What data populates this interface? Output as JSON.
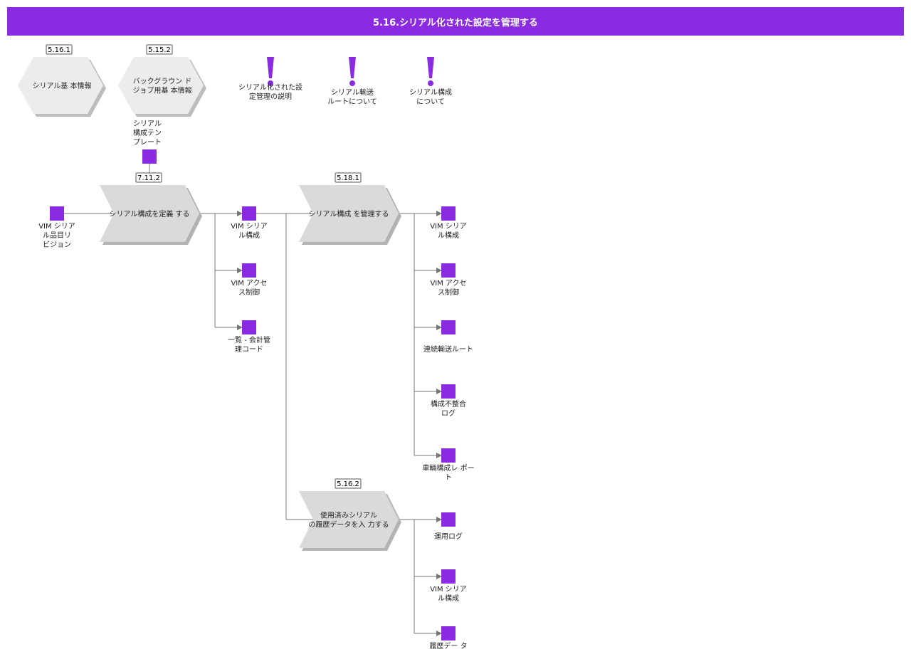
{
  "header": {
    "title": "5.16.シリアル化された設定を管理する"
  },
  "colors": {
    "accent": "#8a2be2",
    "process_fill": "#d9dadb",
    "hex_fill": "#ececec",
    "line": "#777777"
  },
  "hexagons": [
    {
      "id": "hex1",
      "tag": "5.16.1",
      "lines": [
        "シリアル基 本情報"
      ]
    },
    {
      "id": "hex2",
      "tag": "5.15.2",
      "lines": [
        "バックグラウン ド",
        "ジョブ用基 本情報"
      ]
    }
  ],
  "notes": [
    {
      "id": "note1",
      "lines": [
        "シリアル化された設",
        "定管理の説明"
      ]
    },
    {
      "id": "note2",
      "lines": [
        "シリアル輸送",
        "ルートについて"
      ]
    },
    {
      "id": "note3",
      "lines": [
        "シリアル構成",
        "について"
      ]
    }
  ],
  "processes": [
    {
      "id": "p1",
      "tag": "7.11.2",
      "lines": [
        "シリアル構成を定義 する"
      ]
    },
    {
      "id": "p2",
      "tag": "5.18.1",
      "lines": [
        "シリアル構成 を管理する"
      ]
    },
    {
      "id": "p3",
      "tag": "5.16.2",
      "lines": [
        "使用済みシリアル",
        "の履歴データを入 力する"
      ]
    }
  ],
  "artifacts": [
    {
      "id": "a_tpl",
      "lines": [
        "シリアル",
        "構成テン",
        "プレート"
      ]
    },
    {
      "id": "a_in",
      "lines": [
        "VIM シリア",
        "ル品目リ",
        "ビジョン"
      ]
    },
    {
      "id": "a1",
      "lines": [
        "VIM シリア",
        "ル構成"
      ]
    },
    {
      "id": "a2",
      "lines": [
        "VIM アクセ",
        "ス制御"
      ]
    },
    {
      "id": "a3",
      "lines": [
        "一覧 - 会計管",
        "理コード"
      ]
    },
    {
      "id": "b1",
      "lines": [
        "VIM シリア",
        "ル構成"
      ]
    },
    {
      "id": "b2",
      "lines": [
        "VIM アクセ",
        "ス制御"
      ]
    },
    {
      "id": "b3",
      "lines": [
        "連続輸送ルート"
      ]
    },
    {
      "id": "b4",
      "lines": [
        "構成不整合",
        "ログ"
      ]
    },
    {
      "id": "b5",
      "lines": [
        "車輛構成レ ポー",
        "ト"
      ]
    },
    {
      "id": "c1",
      "lines": [
        "運用ログ"
      ]
    },
    {
      "id": "c2",
      "lines": [
        "VIM シリア",
        "ル構成"
      ]
    },
    {
      "id": "c3",
      "lines": [
        "履歴デー タ"
      ]
    }
  ]
}
